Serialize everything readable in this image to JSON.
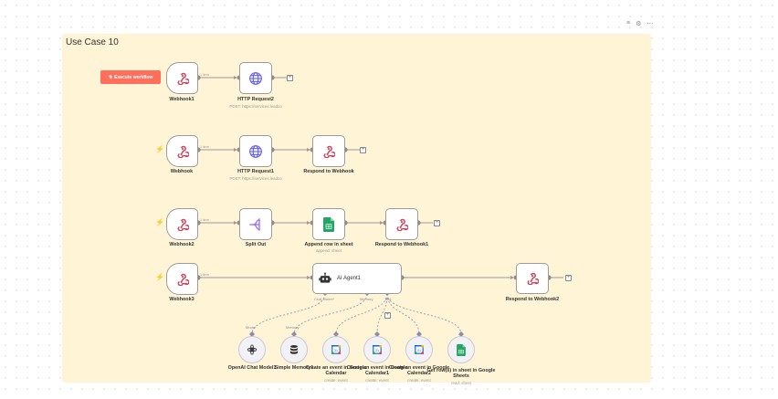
{
  "canvas": {
    "sticky_title": "Use Case 10",
    "execute_button": "Execute workflow"
  },
  "rows": [
    {
      "nodes": [
        {
          "name": "Webhook1",
          "icon": "webhook-icon",
          "item_count": "1 item"
        },
        {
          "name": "HTTP Request2",
          "subtitle": "POST: https://services.leadco",
          "icon": "globe-icon"
        }
      ]
    },
    {
      "nodes": [
        {
          "name": "Webhook",
          "icon": "webhook-icon",
          "item_count": "1 item"
        },
        {
          "name": "HTTP Request1",
          "subtitle": "POST: https://services.leadco",
          "icon": "globe-icon"
        },
        {
          "name": "Respond to Webhook",
          "icon": "webhook-icon"
        }
      ]
    },
    {
      "nodes": [
        {
          "name": "Webhook2",
          "icon": "webhook-icon",
          "item_count": "1 item"
        },
        {
          "name": "Split Out",
          "icon": "split-icon"
        },
        {
          "name": "Append row in sheet",
          "subtitle": "append: sheet",
          "icon": "sheets-icon"
        },
        {
          "name": "Respond to Webhook1",
          "icon": "webhook-icon"
        }
      ]
    },
    {
      "nodes": [
        {
          "name": "Webhook3",
          "icon": "webhook-icon",
          "item_count": "1 item"
        },
        {
          "name": "AI Agent1",
          "icon": "robot-icon"
        },
        {
          "name": "Respond to Webhook2",
          "icon": "webhook-icon"
        }
      ],
      "agent_connectors": [
        "Chat Model*",
        "Memory",
        "Tool"
      ]
    }
  ],
  "subnodes": [
    {
      "name": "OpenAI Chat Model1",
      "connector": "Model",
      "icon": "openai-icon"
    },
    {
      "name": "Simple Memory1",
      "connector": "Memory",
      "icon": "database-icon"
    },
    {
      "name": "Create an event in Google Calendar",
      "subtitle": "create: event",
      "icon": "calendar-icon"
    },
    {
      "name": "Create an event in Google Calendar1",
      "subtitle": "create: event",
      "icon": "calendar-icon"
    },
    {
      "name": "Create an event in Google Calendar2",
      "subtitle": "create: event",
      "icon": "calendar-icon"
    },
    {
      "name": "Get row(s) in sheet in Google Sheets",
      "subtitle": "read: sheet",
      "icon": "sheets-icon"
    }
  ],
  "colors": {
    "sticky_background": "#fff4d5",
    "execute_button": "#ff6f5c",
    "trigger_bolt": "#ff6f5c",
    "webhook_icon": "#c94b62",
    "globe_icon": "#6b66e8",
    "split_icon": "#9b6ef0",
    "sheets_icon": "#23a566",
    "connection_wire": "#9a9a9a",
    "ai_wire": "#a2a2b8"
  }
}
